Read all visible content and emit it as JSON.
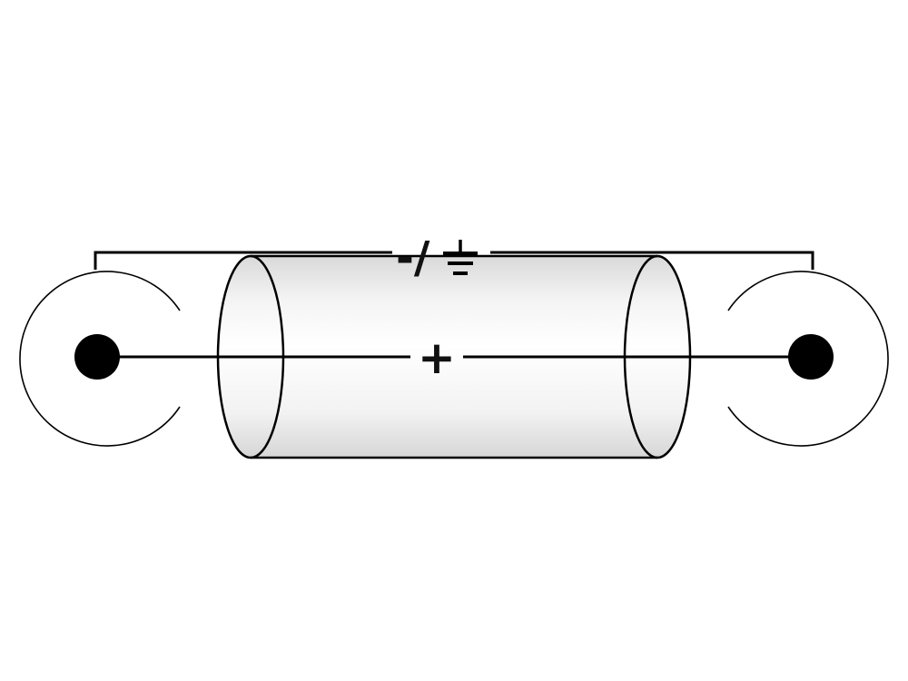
{
  "diagram": {
    "ground_label": "-/",
    "signal_label": "+",
    "colors": {
      "line": "#000000",
      "pin": "#000000",
      "shield_light": "#ffffff",
      "shield_shade": "#dcdcdc"
    },
    "icons": [
      "rca-connector-left",
      "rca-connector-right",
      "ground-symbol-icon",
      "coaxial-cable-shield"
    ]
  }
}
